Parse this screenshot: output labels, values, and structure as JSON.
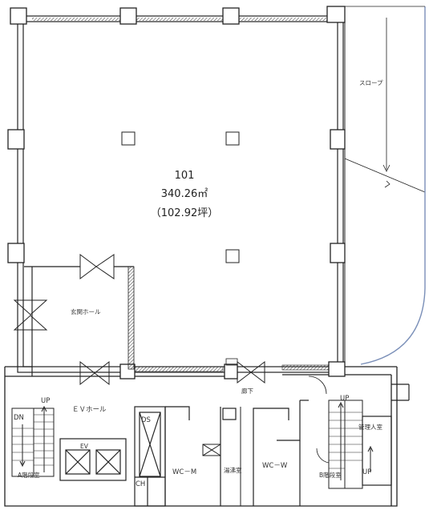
{
  "unit": {
    "number": "101",
    "area": "340.26㎡",
    "tsubo": "（102.92坪）"
  },
  "labels": {
    "slope": "スロープ",
    "entrance_hall": "玄関ホール",
    "corridor": "廊下",
    "ev_hall": "ＥＶホール",
    "ds": "DS",
    "ch": "CH",
    "ev": "EV",
    "wc_m": "WC－M",
    "wc_w": "WC－W",
    "janitor": "湯沸室",
    "stair_a": "A階段室",
    "stair_b": "B階段室",
    "manager_room": "管理人室",
    "up_a": "UP",
    "dn_a": "DN",
    "up_b1": "UP",
    "up_b2": "UP"
  },
  "colors": {
    "wall": "#222222",
    "hatch": "#444444",
    "slope_curve": "#7a8fb8"
  }
}
